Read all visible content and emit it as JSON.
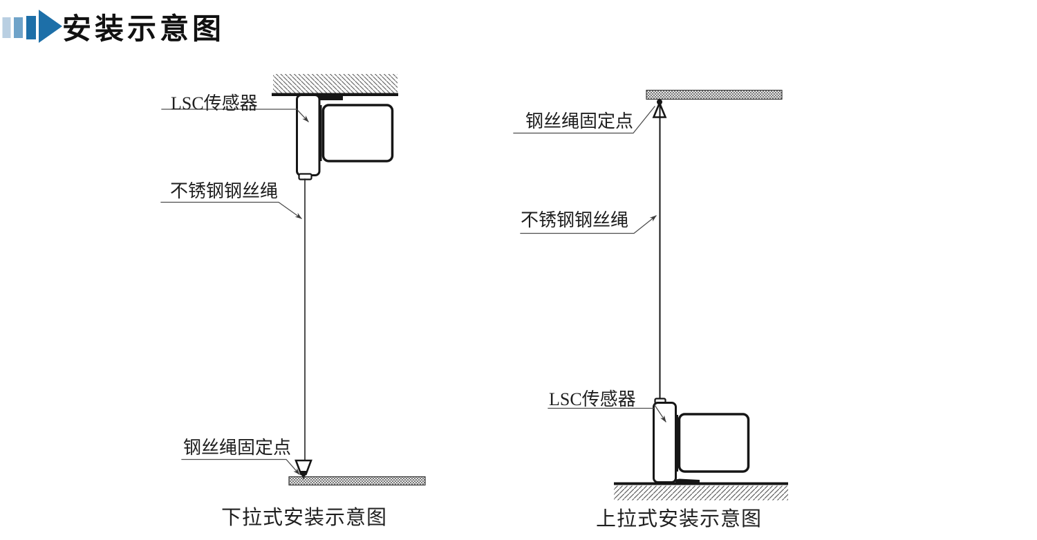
{
  "header": {
    "title": "安装示意图"
  },
  "colors": {
    "background": "#ffffff",
    "line": "#161616",
    "leader": "#4d4d4d",
    "hatch": "#6b6b6b",
    "icon_bar_light": "#b9cfe2",
    "icon_bar_medium": "#6fa3c9",
    "icon_bar_dark": "#1d6fa8",
    "icon_triangle": "#1d6fa8"
  },
  "diagrams": {
    "pulldown": {
      "caption": "下拉式安装示意图",
      "labels": {
        "sensor": "LSC传感器",
        "wire": "不锈钢钢丝绳",
        "anchor": "钢丝绳固定点"
      }
    },
    "pullup": {
      "caption": "上拉式安装示意图",
      "labels": {
        "anchor": "钢丝绳固定点",
        "wire": "不锈钢钢丝绳",
        "sensor": "LSC传感器"
      }
    }
  }
}
